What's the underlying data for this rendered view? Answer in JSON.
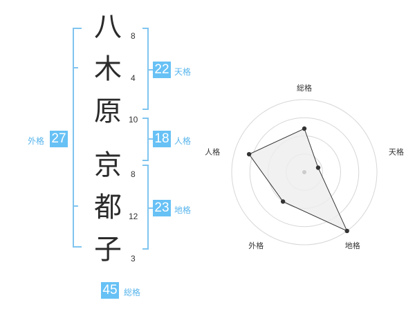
{
  "name": {
    "chars": [
      "八",
      "木",
      "原",
      "京",
      "都",
      "子"
    ],
    "strokes": [
      "8",
      "4",
      "10",
      "8",
      "12",
      "3"
    ]
  },
  "kakusu": {
    "tenkaku": {
      "value": "22",
      "label": "天格"
    },
    "jinkaku": {
      "value": "18",
      "label": "人格"
    },
    "chikaku": {
      "value": "23",
      "label": "地格"
    },
    "gaikaku": {
      "value": "27",
      "label": "外格"
    },
    "soukaku": {
      "value": "45",
      "label": "総格"
    }
  },
  "colors": {
    "accent": "#67c1f5",
    "bracket": "#7fc4ef",
    "radar_fill": "#eeeeee"
  },
  "chart_data": {
    "type": "radar",
    "axes": [
      "総格",
      "天格",
      "地格",
      "外格",
      "人格"
    ],
    "values": [
      3,
      1,
      5,
      2.5,
      4
    ],
    "max": 5,
    "rings": 4
  }
}
